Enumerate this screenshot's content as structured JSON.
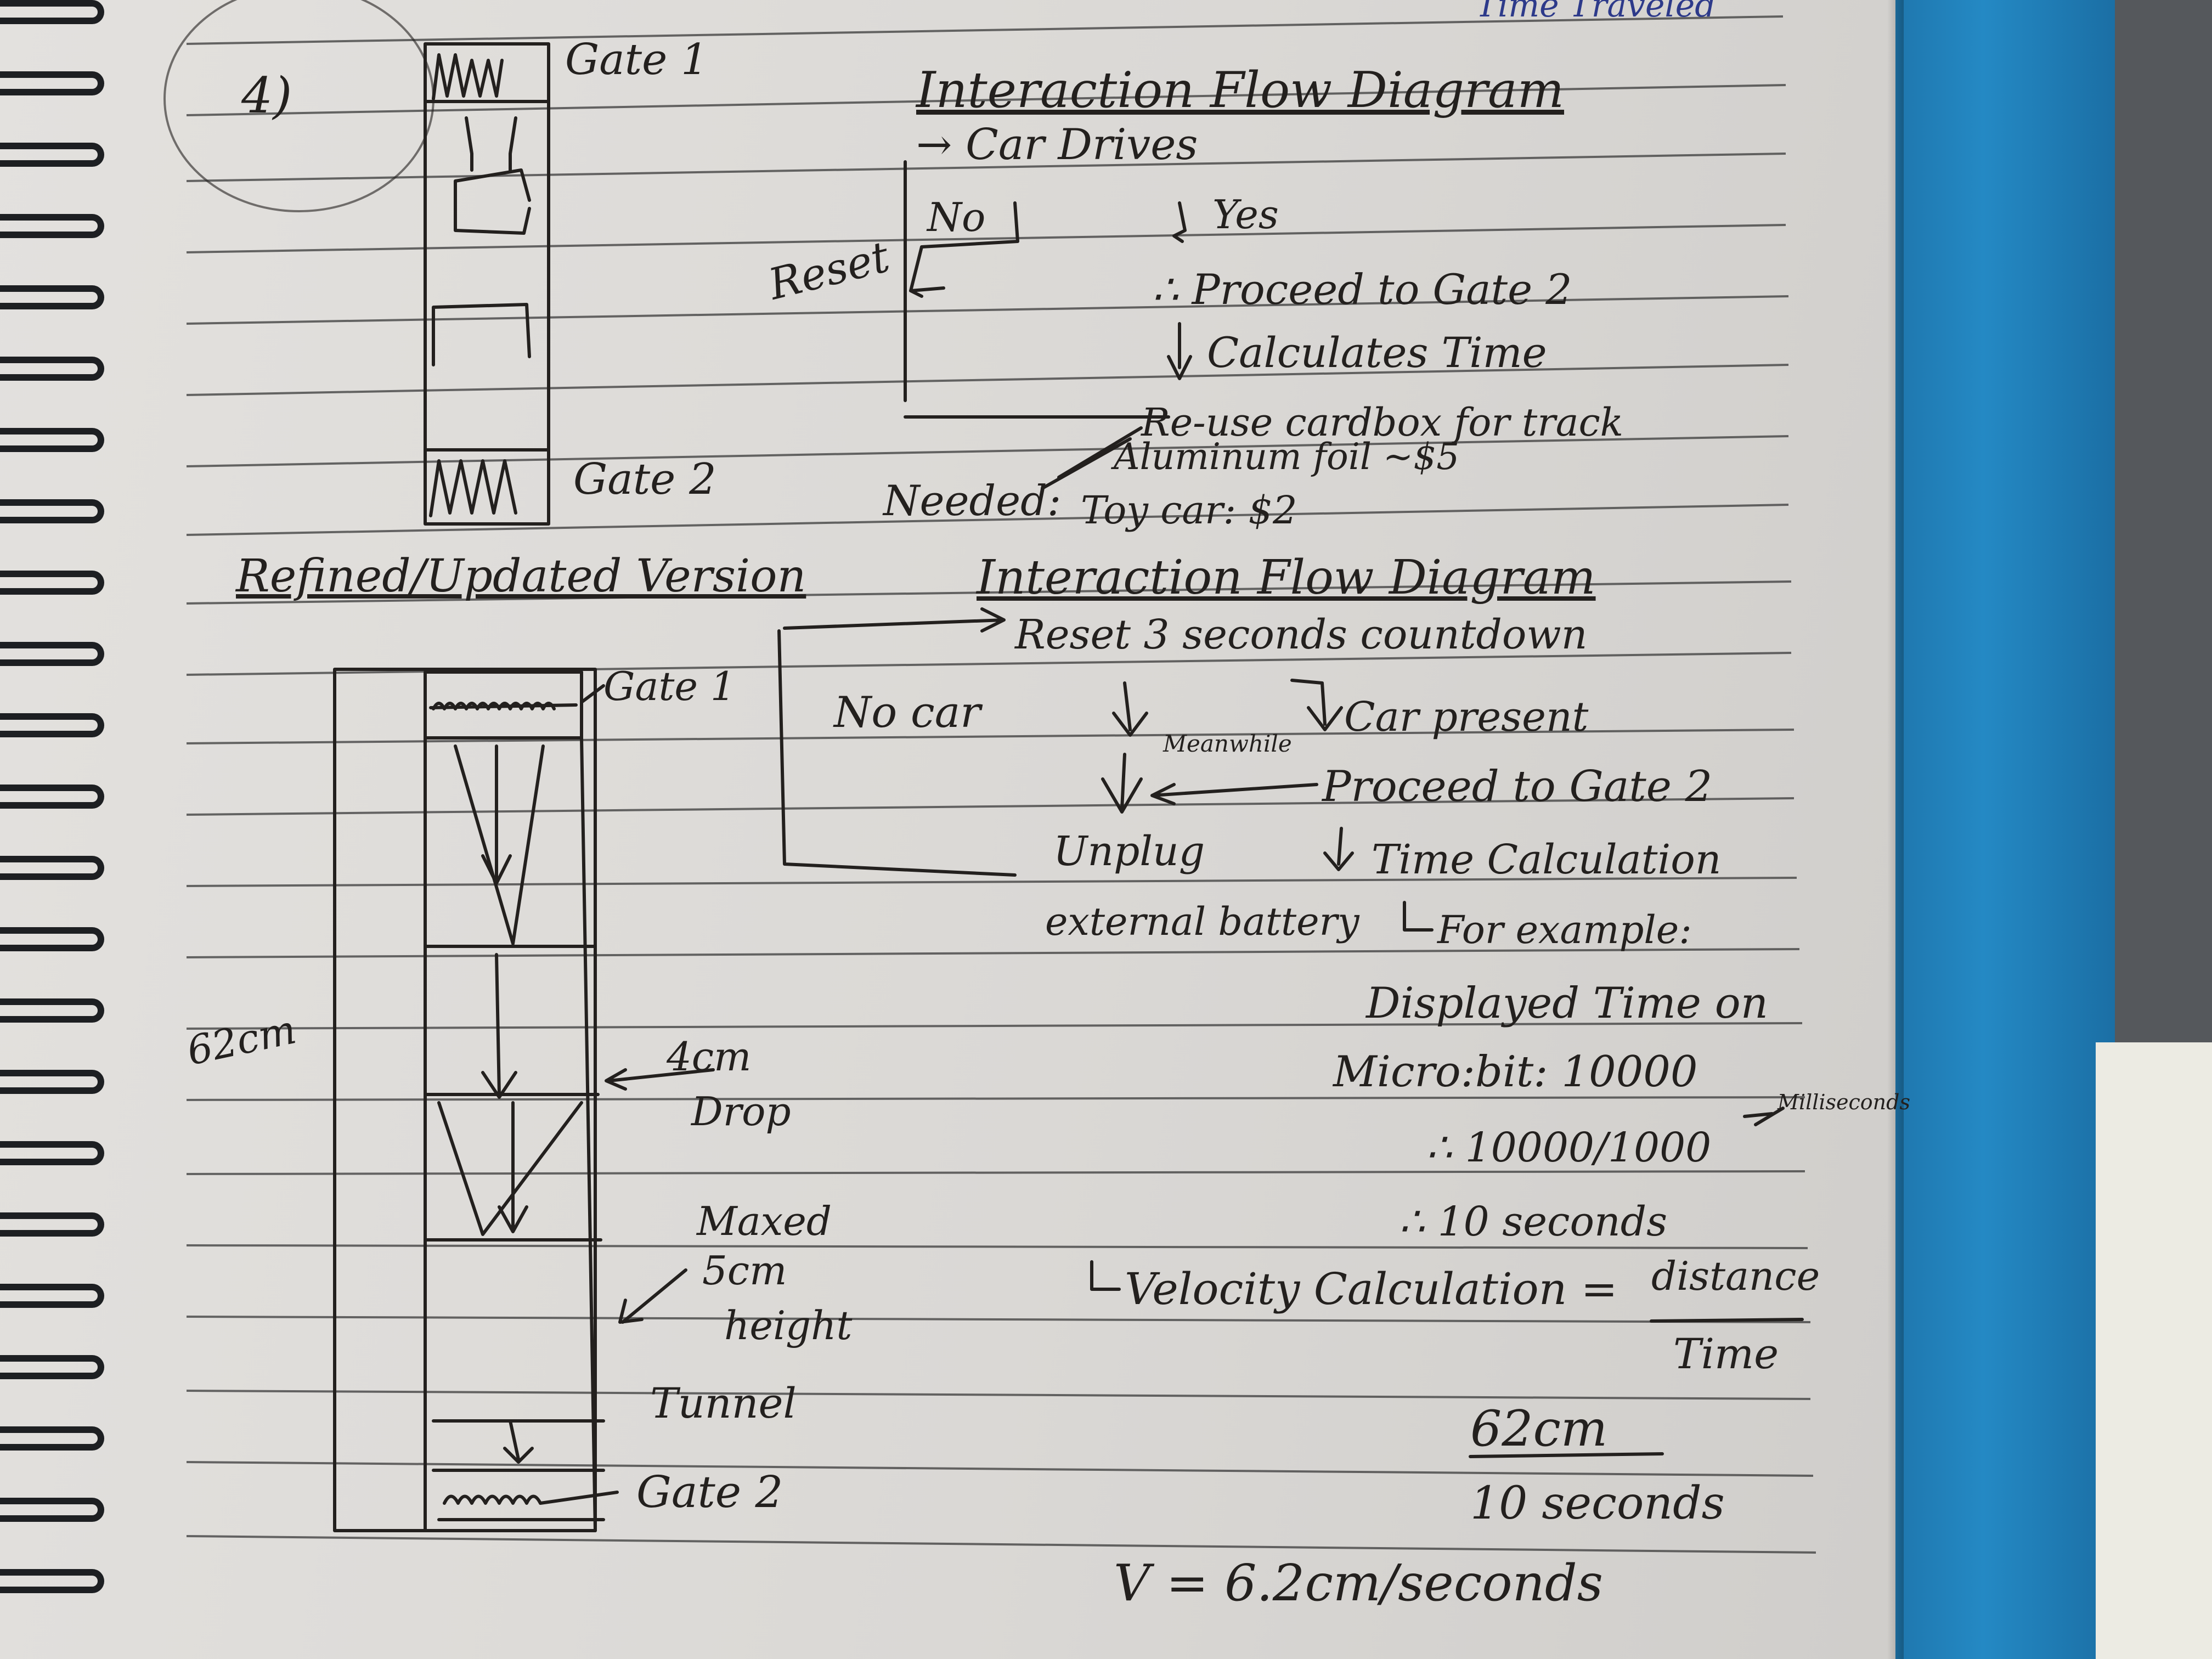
{
  "top_partial": "Time Traveled",
  "section1": {
    "number": "4)",
    "gate1": "Gate 1",
    "gate2": "Gate 2",
    "title": "Interaction Flow Diagram",
    "car_drives": "→ Car Drives",
    "no": "No",
    "yes": "Yes",
    "reset": "Reset",
    "proceed": "∴ Proceed to Gate 2",
    "calculates": "Calculates Time",
    "needed_label": "Needed:",
    "needed_items": [
      "Re-use cardbox for track",
      "Aluminum foil ~$5",
      "Toy car: $2"
    ]
  },
  "section2": {
    "heading": "Refined/Updated Version",
    "title": "Interaction Flow Diagram",
    "reset_countdown": "Reset 3 seconds countdown",
    "no_car": "No car",
    "car_present": "Car present",
    "meanwhile": "Meanwhile",
    "proceed": "Proceed to Gate 2",
    "unplug": "Unplug",
    "external_battery": "external battery",
    "time_calc": "Time Calculation",
    "for_example": "For example:",
    "displayed_time": "Displayed Time on",
    "microbit_reading": "Micro:bit: 10000",
    "milliseconds": "Milliseconds",
    "division": "∴ 10000/1000",
    "seconds_result": "∴ 10 seconds",
    "velocity_calc": "Velocity Calculation =",
    "distance": "distance",
    "time": "Time",
    "numerator": "62cm",
    "denominator": "10 seconds",
    "result": "V = 6.2cm/seconds",
    "gate1": "Gate 1",
    "gate2": "Gate 2",
    "height_62": "62cm",
    "drop_4cm": "4cm",
    "drop": "Drop",
    "maxed": "Maxed",
    "maxed_5cm": "5cm",
    "height": "height",
    "tunnel": "Tunnel"
  }
}
